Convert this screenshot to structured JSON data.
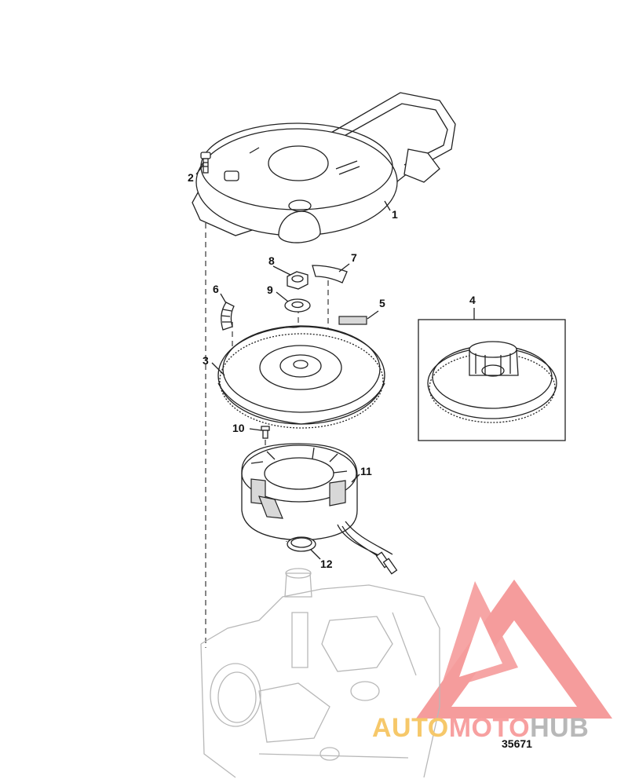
{
  "callouts": {
    "c1": "1",
    "c2": "2",
    "c3": "3",
    "c4": "4",
    "c5": "5",
    "c6": "6",
    "c7": "7",
    "c8": "8",
    "c9": "9",
    "c10": "10",
    "c11": "11",
    "c12": "12"
  },
  "figure_number": "35671",
  "watermark": {
    "part1": "AUTO",
    "part2": "MOTO",
    "part3": "HUB"
  },
  "colors": {
    "line": "#222222",
    "watermark_red": "#f27b7b",
    "watermark_yellow": "#f6c86a",
    "watermark_gray": "#b8b8b8"
  }
}
